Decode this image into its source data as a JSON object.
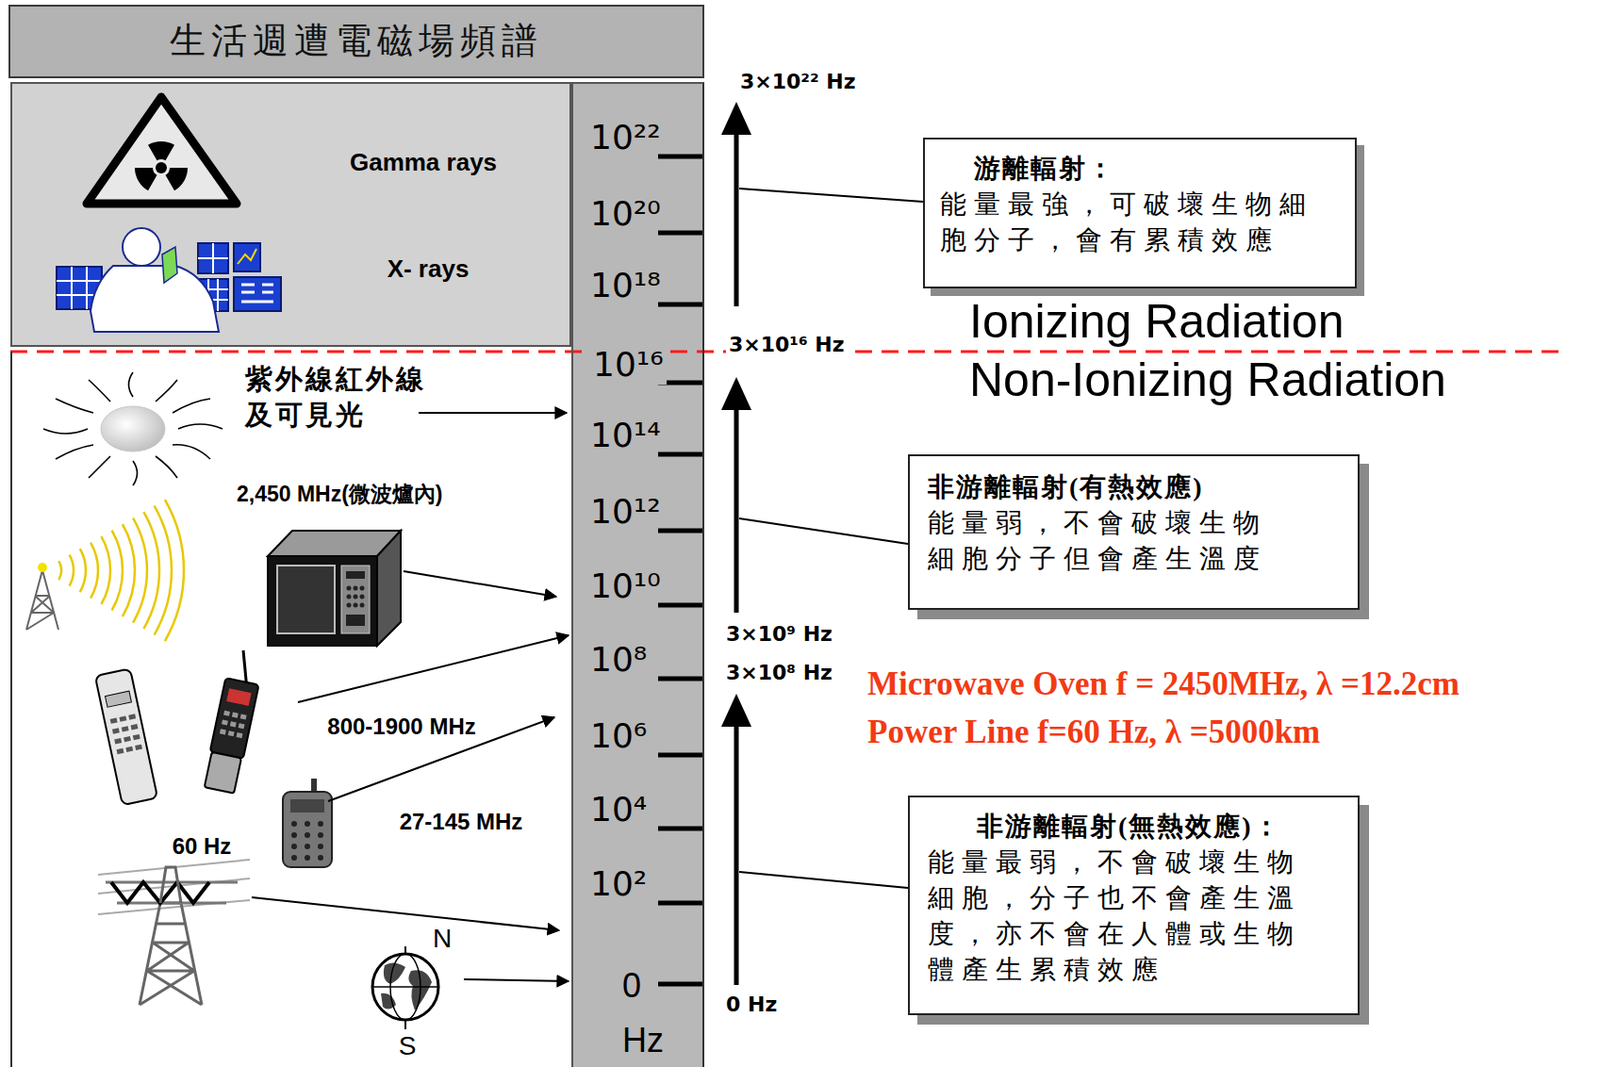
{
  "diagram": {
    "title": "生活週遭電磁場頻譜",
    "nodes": [
      {
        "text": [
          "Gamma rays",
          "X- rays"
        ]
      },
      {
        "text": [
          "10²²",
          "10²⁰",
          "10¹⁸",
          "10¹⁶",
          "10¹⁴",
          "10¹²",
          "10¹⁰",
          "10⁸",
          "10⁶",
          "10⁴",
          "10²",
          "0",
          "Hz"
        ]
      },
      {
        "text": [
          "紫外線紅外線 及可見光",
          "2,450 MHz(微波爐內)",
          "800-1900 MHz",
          "27-145 MHz",
          "60 Hz",
          "N",
          "S"
        ]
      },
      {
        "text": [
          "游離輻射：",
          "能量最強，可破壞生物細胞分子，會有累積效應"
        ]
      },
      {
        "text": [
          "非游離輻射(有熱效應)",
          "能量弱，不會破壞生物細胞分子但會產生溫度"
        ]
      },
      {
        "text": [
          "非游離輻射(無熱效應)：",
          "能量最弱，不會破壞生物細胞，分子也不會產生溫度，亦不會在人體或生物體產生累積效應"
        ]
      }
    ],
    "labels": [
      "3×10²² Hz",
      "3×10¹⁶ Hz",
      "3×10⁹ Hz",
      "3×10⁸ Hz",
      "0 Hz",
      "Ionizing Radiation",
      "Non-Ionizing Radiation",
      "Microwave Oven f = 2450MHz, λ =12.2cm",
      "Power Line f=60 Hz, λ =5000km"
    ]
  }
}
